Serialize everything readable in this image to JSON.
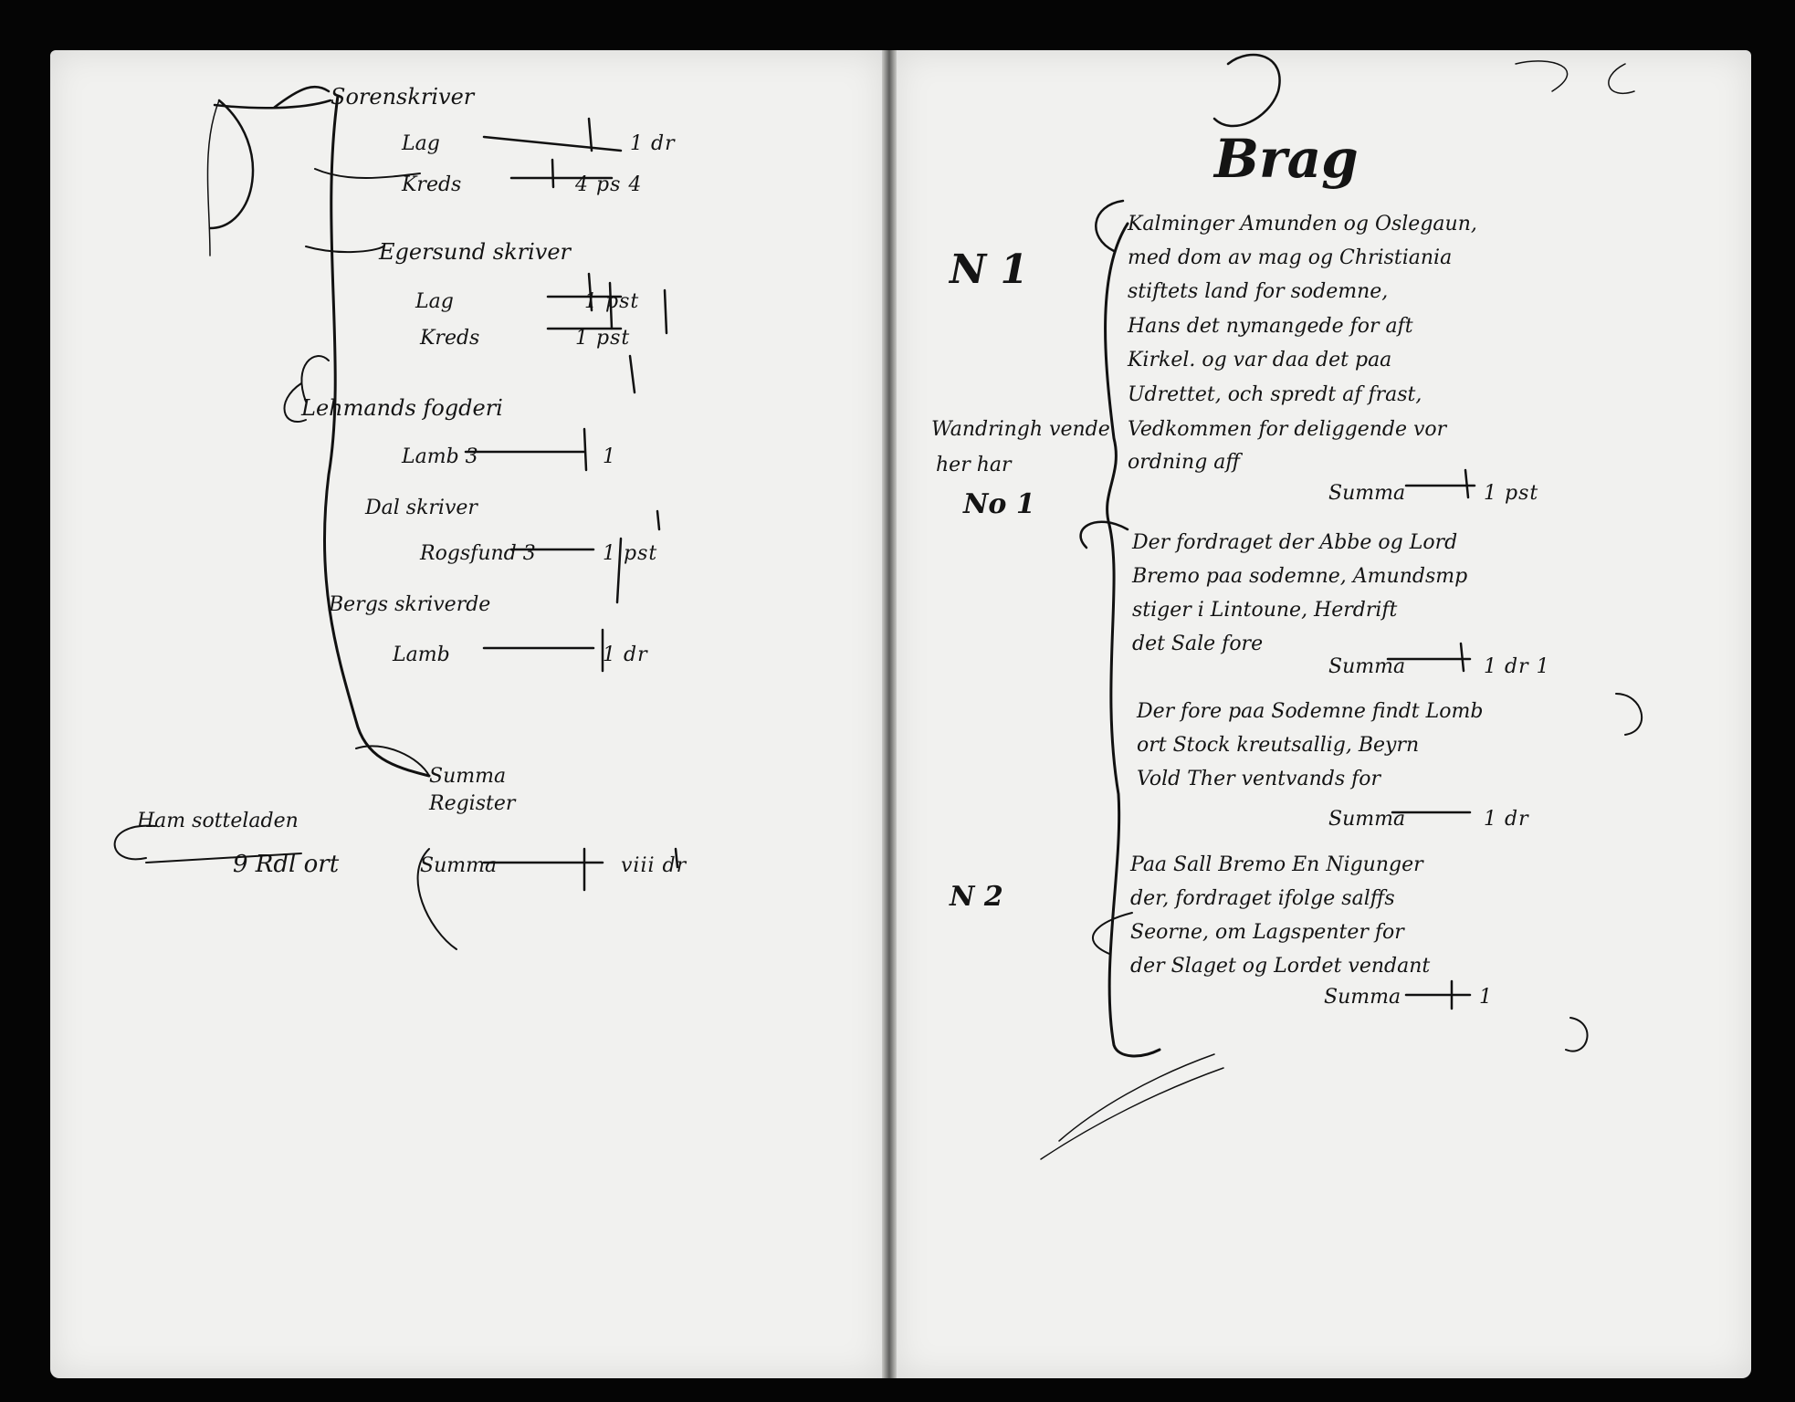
{
  "document": {
    "left_page": {
      "heading": "Sorenskriver",
      "entries": [
        {
          "label": "Lag",
          "amount": "1 dr"
        },
        {
          "label": "Kreds",
          "amount": "4 ps 4"
        },
        {
          "label": "Egersund skriver",
          "amount": ""
        },
        {
          "label": "Lag",
          "amount": "1 pst"
        },
        {
          "label": "Kreds",
          "amount": "1 pst"
        },
        {
          "label": "Lehmands fogderi",
          "amount": ""
        },
        {
          "label": "Lamb 3",
          "amount": "1"
        },
        {
          "label": "Dal skriver",
          "amount": ""
        },
        {
          "label": "Rogsfund 3",
          "amount": "1 pst"
        },
        {
          "label": "Bergs skriverde",
          "amount": ""
        },
        {
          "label": "Lamb",
          "amount": "1 dr"
        }
      ],
      "summa_label": "Summa",
      "summa_sub": "Register",
      "margin_note": "Ham sotteladen",
      "total_line": "9 Rdl ort",
      "total_label": "Summa",
      "total_amount": "viii dr"
    },
    "right_page": {
      "heading": "Brag",
      "marginalia": [
        {
          "text": "N 1"
        },
        {
          "text": "Wandringh vende"
        },
        {
          "text": "her har"
        },
        {
          "text": "No 1"
        },
        {
          "text": "N 2"
        }
      ],
      "paragraphs": [
        {
          "lines": [
            "Kalminger Amunden og Oslegaun,",
            "med dom av mag og Christiania",
            "stiftets land for sodemne,",
            "Hans det nymangede for aft",
            "Kirkel. og var daa det paa",
            "Udrettet, och spredt af frast,",
            "Vedkommen for deliggende vor",
            "ordning aff"
          ],
          "summa": "Summa",
          "amount": "1 pst"
        },
        {
          "lines": [
            "Der fordraget der Abbe og Lord",
            "Bremo paa sodemne, Amundsmp",
            "stiger i Lintoune, Herdrift",
            "det Sale fore"
          ],
          "summa": "Summa",
          "amount": "1 dr 1"
        },
        {
          "lines": [
            "Der fore paa Sodemne findt Lomb",
            "ort Stock kreutsallig, Beyrn",
            "Vold Ther ventvands for"
          ],
          "summa": "Summa",
          "amount": "1 dr"
        },
        {
          "lines": [
            "Paa Sall Bremo En Nigunger",
            "der, fordraget ifolge salffs",
            "Seorne, om Lagspenter for",
            "der Slaget og Lordet vendant"
          ],
          "summa": "Summa",
          "amount": "1"
        }
      ]
    }
  }
}
